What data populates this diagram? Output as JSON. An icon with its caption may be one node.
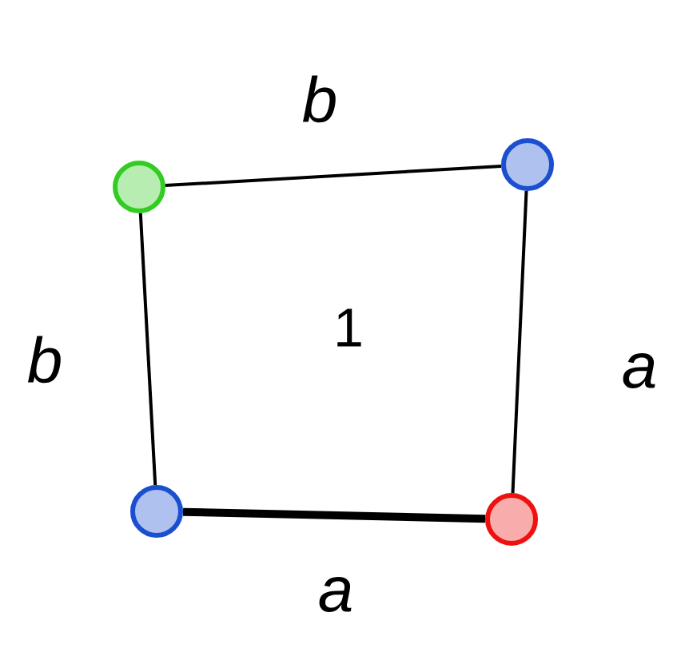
{
  "diagram": {
    "nodes": [
      {
        "text": [],
        "shape": "circle"
      },
      {
        "text": [],
        "shape": "circle"
      },
      {
        "text": [],
        "shape": "circle"
      },
      {
        "text": [],
        "shape": "circle"
      }
    ],
    "edges": [
      {
        "from": 0,
        "to": 1,
        "arrow": "none",
        "label": "b"
      },
      {
        "from": 0,
        "to": 2,
        "arrow": "none",
        "label": "b"
      },
      {
        "from": 1,
        "to": 3,
        "arrow": "none",
        "label": "a"
      },
      {
        "from": 2,
        "to": 3,
        "arrow": "none",
        "label": "a",
        "style": "thick"
      }
    ],
    "labels": [
      "1"
    ]
  }
}
